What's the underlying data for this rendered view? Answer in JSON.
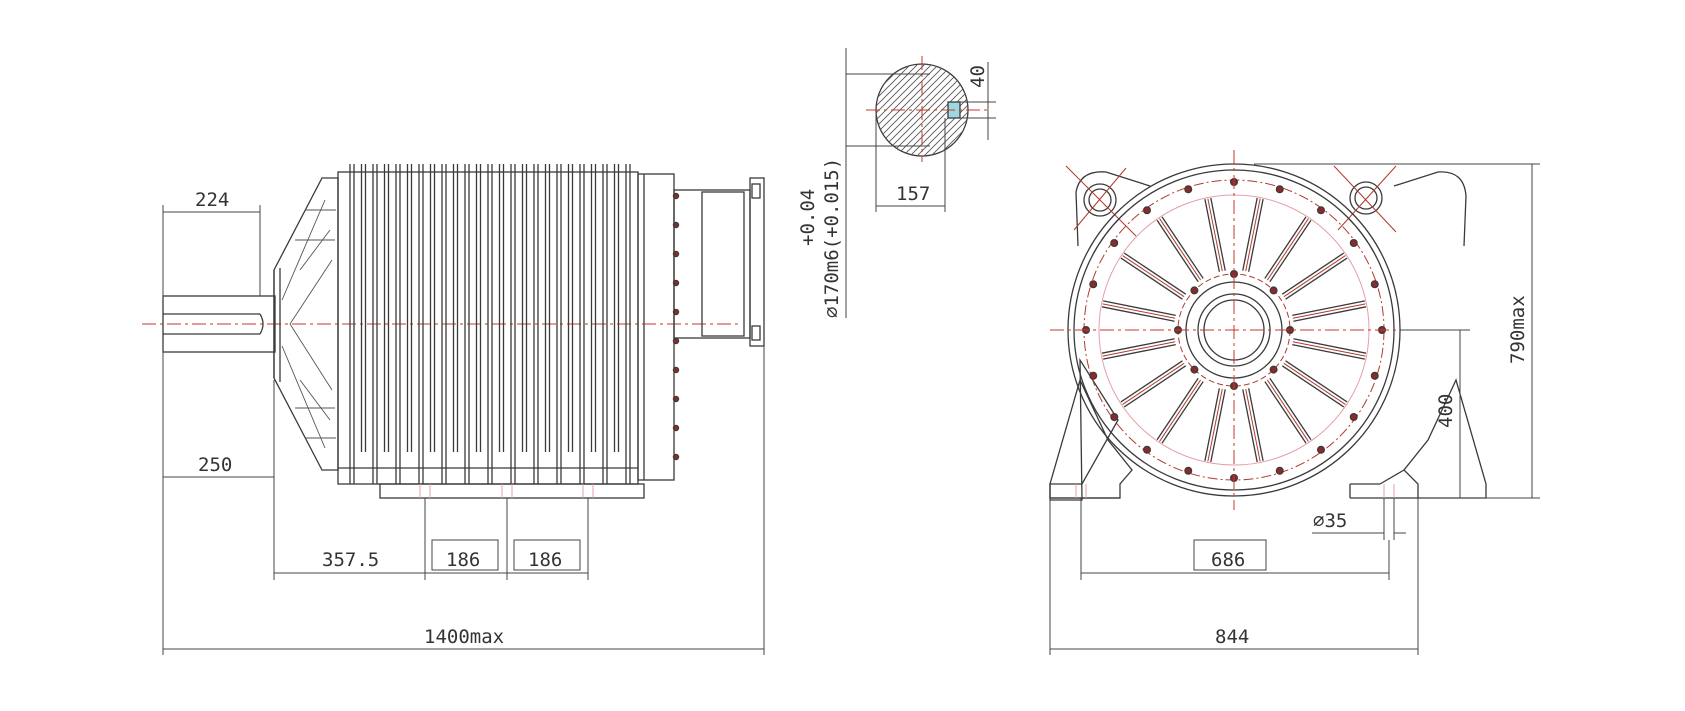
{
  "dimensions": {
    "side_view": {
      "shaft_length_top": "224",
      "shaft_length_bottom": "250",
      "foot_offset": "357.5",
      "foot_spacing_1": "186",
      "foot_spacing_2": "186",
      "overall_length": "1400max"
    },
    "shaft_section": {
      "key_width": "40",
      "key_depth": "157",
      "shaft_diameter": "⌀170m6(+0.015)",
      "upper_tolerance": "+0.04"
    },
    "end_view": {
      "center_height": "400",
      "overall_height": "790max",
      "foot_hole": "⌀35",
      "foot_hole_spacing": "686",
      "overall_width": "844"
    }
  },
  "colors": {
    "outline": "#3a3a3a",
    "centerline": "#c0392b",
    "hatch": "#e3a0a8",
    "bolt_holes": "#8a2a2a"
  }
}
